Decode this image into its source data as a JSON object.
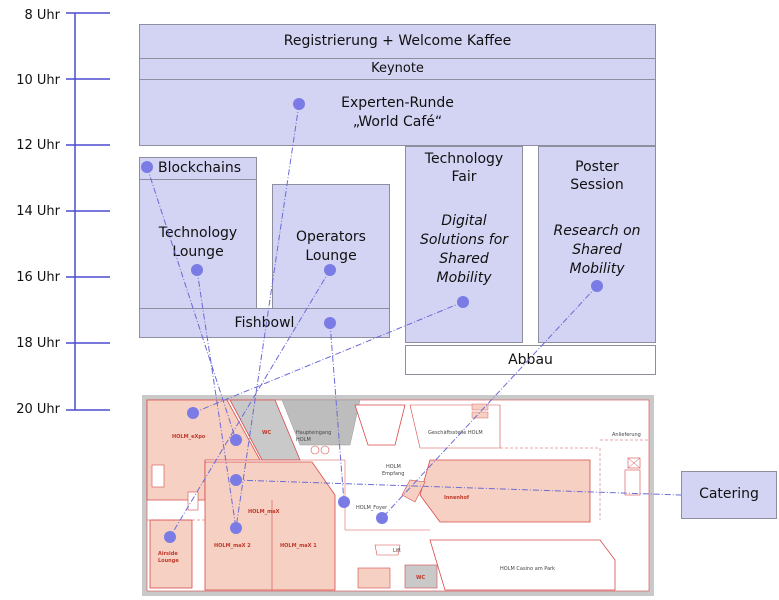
{
  "timeline": {
    "labels": [
      "8 Uhr",
      "10 Uhr",
      "12 Uhr",
      "14 Uhr",
      "16 Uhr",
      "18 Uhr",
      "20 Uhr"
    ]
  },
  "schedule": {
    "registration": "Registrierung + Welcome Kaffee",
    "keynote": "Keynote",
    "experten_line1": "Experten-Runde",
    "experten_line2": "„World Café“",
    "blockchains": "Blockchains",
    "tech_lounge_line1": "Technology",
    "tech_lounge_line2": "Lounge",
    "operators_line1": "Operators",
    "operators_line2": "Lounge",
    "fishbowl": "Fishbowl",
    "tech_fair_line1": "Technology",
    "tech_fair_line2": "Fair",
    "tech_fair_sub": [
      "Digital",
      "Solutions for",
      "Shared",
      "Mobility"
    ],
    "poster_line1": "Poster",
    "poster_line2": "Session",
    "poster_sub": [
      "Research on",
      "Shared",
      "Mobility"
    ],
    "abbau": "Abbau",
    "catering": "Catering"
  },
  "floorplan": {
    "labels": {
      "holm_expo": "HOLM_eXpo",
      "wc_top": "WC",
      "haupteingang": "Haupteingang",
      "haupteingang_2": "HOLM",
      "geschaeftsstelle": "Geschäftsstelle HOLM",
      "anlieferung": "Anlieferung",
      "holm_empfang": "HOLM",
      "holm_empfang_2": "Empfang",
      "holm_max": "HOLM_maX",
      "holm_max2": "HOLM_maX 2",
      "holm_max1": "HOLM_maX 1",
      "holm_foyer": "HOLM_Foyer",
      "innenhof": "Innenhof",
      "airside_1": "Airside",
      "airside_2": "Lounge",
      "lift": "Lift",
      "wc_bottom": "WC",
      "casino": "HOLM Casino am Park"
    }
  },
  "colors": {
    "block_fill": "#d3d3f3",
    "block_border": "#8e8e9e",
    "timeline": "#4a4ad0",
    "dot": "#7b7be6",
    "link_line": "#6b6bd6",
    "floor_red": "#d84a4a",
    "floor_fill": "#f6d0c2",
    "floor_gray": "#c9c9c9"
  }
}
